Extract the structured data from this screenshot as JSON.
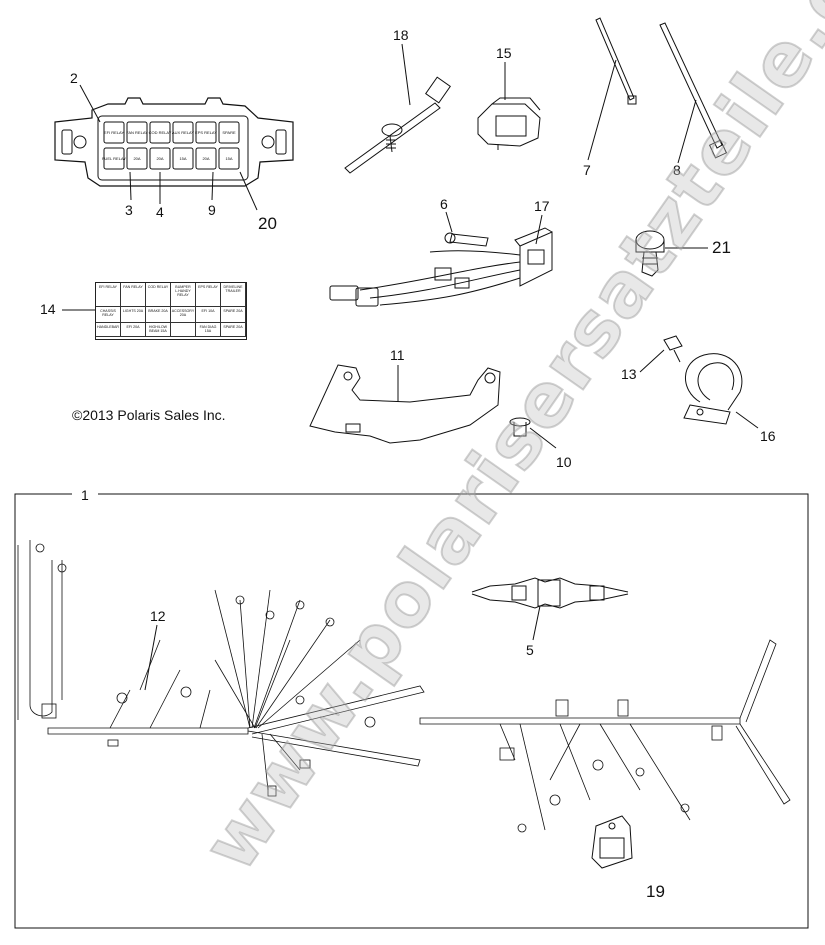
{
  "diagram": {
    "copyright": "©2013 Polaris Sales Inc.",
    "watermark": "www.polarisersatzteile.de",
    "callouts": {
      "c1": "1",
      "c2": "2",
      "c3": "3",
      "c4": "4",
      "c5": "5",
      "c6": "6",
      "c7": "7",
      "c8": "8",
      "c9": "9",
      "c10": "10",
      "c11": "11",
      "c12": "12",
      "c13": "13",
      "c14": "14",
      "c15": "15",
      "c16": "16",
      "c17": "17",
      "c18": "18",
      "c19": "19",
      "c20": "20",
      "c21": "21"
    },
    "relay_table": {
      "headers": [
        "EFI RELAY",
        "FAN RELAY",
        "COD RELAY",
        "BUMPER L.HANDY RELAY",
        "EPS RELAY",
        "DRIVELINE TRAILER"
      ],
      "row1": [
        "CHASSIS RELAY",
        "LIGHTS 20A",
        "BRAKE 20A",
        "ACCESSORY 20A",
        "EFI 10A",
        "SPARE 20A"
      ],
      "row2": [
        "HANDLEBAR",
        "EFI 20A",
        "HIGH/LOW BEAM 15A",
        "",
        "FAN DIAG 15A",
        "SPARE 20A"
      ]
    },
    "fuse_box": {
      "top_row": [
        "EFI RELAY",
        "FAN RELAY",
        "COD RELAY",
        "AUX RELAY",
        "EPS RELAY",
        "SPARE"
      ],
      "bottom_row": [
        "FUEL RELAY",
        "20A",
        "20A",
        "15A",
        "20A",
        "15A"
      ]
    }
  }
}
